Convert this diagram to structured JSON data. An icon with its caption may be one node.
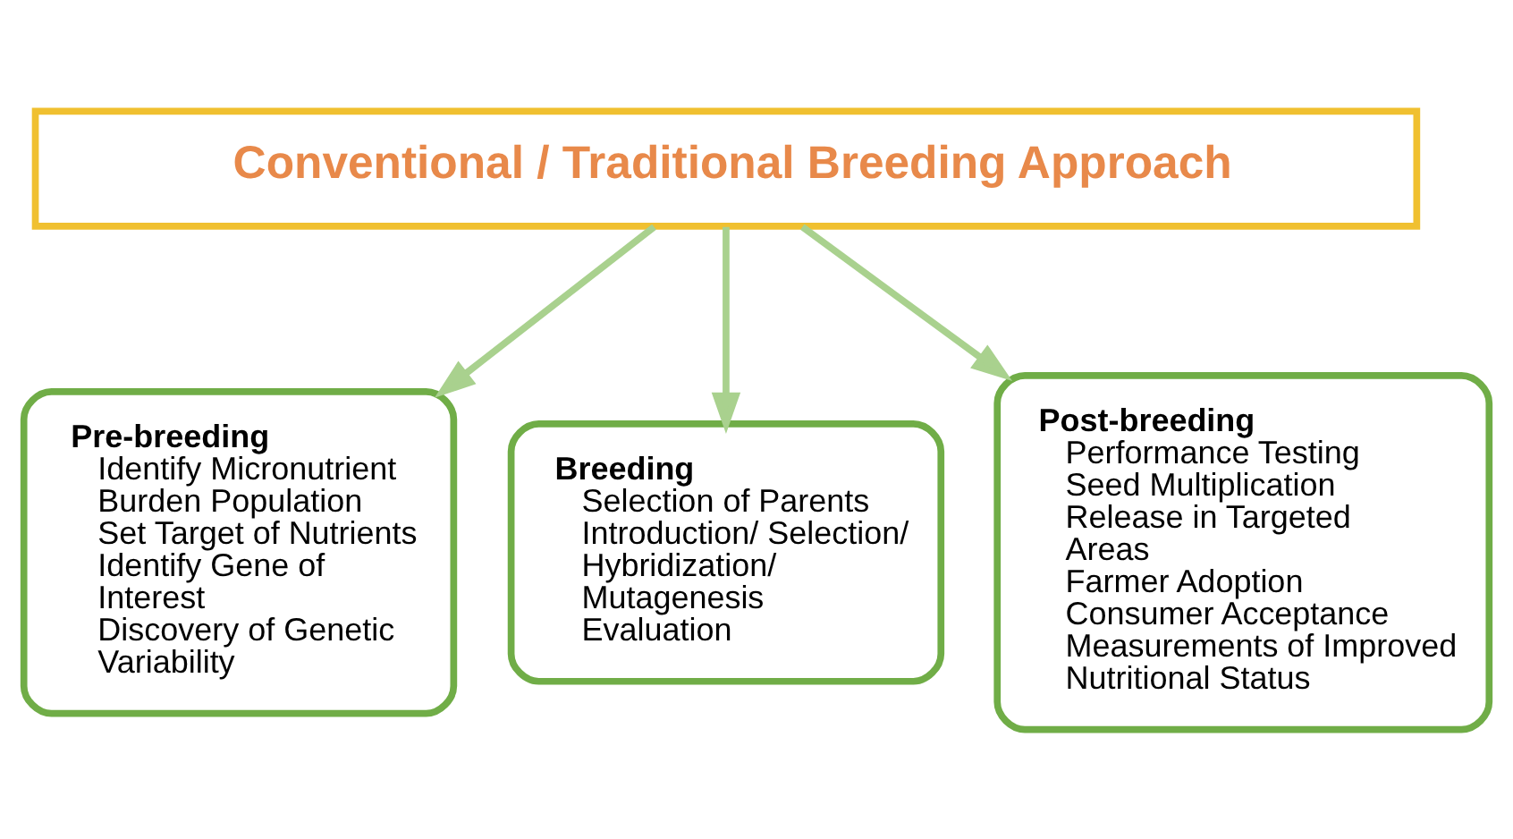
{
  "diagram": {
    "nodes": [
      {
        "text": [
          "Conventional / Traditional Breeding Approach"
        ]
      },
      {
        "text": [
          "Pre-breeding",
          "Identify Micronutrient Burden Population",
          "Set Target of Nutrients",
          "Identify Gene of Interest",
          "Discovery of Genetic Variability"
        ]
      },
      {
        "text": [
          "Breeding",
          "Selection of Parents",
          "Introduction/ Selection/ Hybridization/ Mutagenesis",
          "Evaluation"
        ]
      },
      {
        "text": [
          "Post-breeding",
          "Performance Testing",
          "Seed Multiplication",
          "Release in Targeted Areas",
          "Farmer Adoption",
          "Consumer Acceptance",
          "Measurements of Improved Nutritional Status"
        ]
      }
    ],
    "edges": [
      {
        "from": 0,
        "to": 1,
        "arrow": "to"
      },
      {
        "from": 0,
        "to": 2,
        "arrow": "to"
      },
      {
        "from": 0,
        "to": 3,
        "arrow": "to"
      }
    ]
  }
}
